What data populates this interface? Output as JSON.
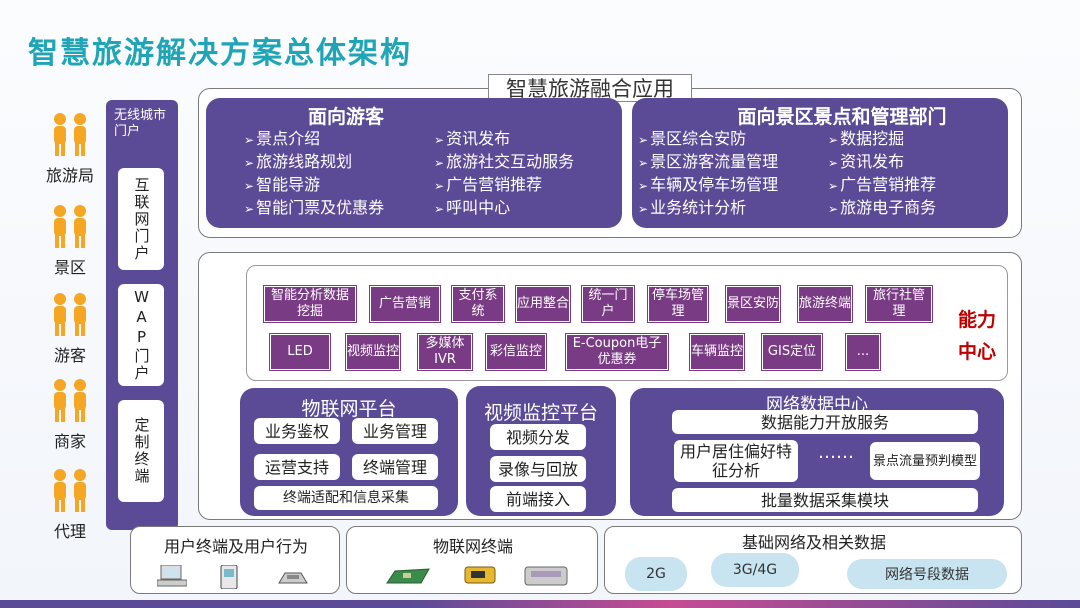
{
  "title": "智慧旅游解决方案总体架构",
  "actors": [
    "旅游局",
    "景区",
    "游客",
    "商家",
    "代理"
  ],
  "portal": {
    "header": "无线城市门户",
    "items": [
      "互联网门户",
      "WAP门户",
      "定制终端"
    ]
  },
  "app_layer": {
    "title": "智慧旅游融合应用",
    "tourist": {
      "title": "面向游客",
      "col1": [
        "景点介绍",
        "旅游线路规划",
        "智能导游",
        "智能门票及优惠券"
      ],
      "col2": [
        "资讯发布",
        "旅游社交互动服务",
        "广告营销推荐",
        "呼叫中心"
      ]
    },
    "management": {
      "title": "面向景区景点和管理部门",
      "col1": [
        "景区综合安防",
        "景区游客流量管理",
        "车辆及停车场管理",
        "业务统计分析"
      ],
      "col2": [
        "数据挖掘",
        "资讯发布",
        "广告营销推荐",
        "旅游电子商务"
      ]
    }
  },
  "capability": {
    "label": "能力中心",
    "row1": [
      "智能分析数据挖掘",
      "广告营销",
      "支付系统",
      "应用整合",
      "统一门户",
      "停车场管理",
      "景区安防",
      "旅游终端",
      "旅行社管理"
    ],
    "row2": [
      "LED",
      "视频监控",
      "多媒体IVR",
      "彩信监控",
      "E-Coupon电子优惠券",
      "车辆监控",
      "GIS定位",
      "..."
    ]
  },
  "iot_platform": {
    "title": "物联网平台",
    "items": [
      "业务鉴权",
      "业务管理",
      "运营支持",
      "终端管理"
    ],
    "bottom": "终端适配和信息采集"
  },
  "video_platform": {
    "title": "视频监控平台",
    "items": [
      "视频分发",
      "录像与回放",
      "前端接入"
    ]
  },
  "data_center": {
    "title": "网络数据中心",
    "open_service": "数据能力开放服务",
    "user_pref": "用户居住偏好特征分析",
    "dots": "……",
    "flow_model": "景点流量预判模型",
    "batch": "批量数据采集模块"
  },
  "bottom": {
    "user_terminal": "用户终端及用户行为",
    "iot_terminal": "物联网终端",
    "network": "基础网络及相关数据",
    "net_items": [
      "2G",
      "3G/4G",
      "网络号段数据"
    ]
  },
  "colors": {
    "title": "#20a5b6",
    "panel": "#5b4b96",
    "capability": "#7a3b85",
    "capability_label": "#c00000"
  }
}
